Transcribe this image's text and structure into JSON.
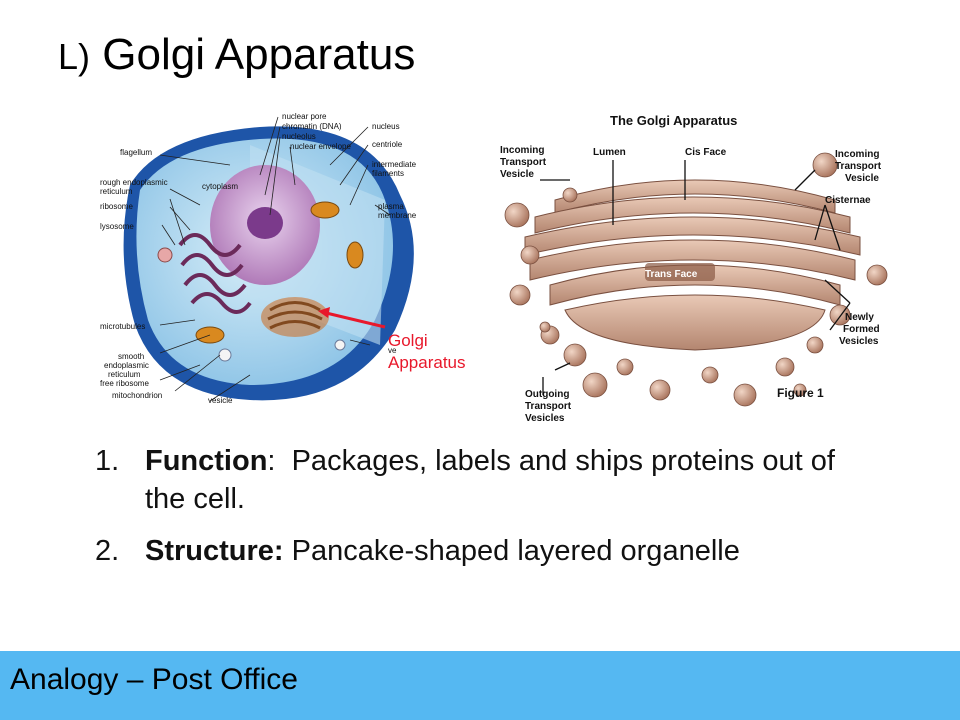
{
  "title": {
    "letter": "L)",
    "text": "Golgi Apparatus"
  },
  "cell_diagram": {
    "labels": {
      "nuclear_pore": "nuclear pore",
      "chromatin": "chromatin (DNA)",
      "nucleolus": "nucleolus",
      "nuclear_envelope": "nuclear envelope",
      "nucleus": "nucleus",
      "centriole": "centriole",
      "flagellum": "flagellum",
      "intermediate_filaments_1": "intermediate",
      "intermediate_filaments_2": "filaments",
      "rough_er_1": "rough endoplasmic",
      "rough_er_2": "reticulum",
      "cytoplasm": "cytoplasm",
      "ribosome": "ribosome",
      "plasma_membrane_1": "plasma",
      "plasma_membrane_2": "membrane",
      "lysosome": "lysosome",
      "microtubules": "microtubules",
      "smooth_er_1": "smooth",
      "smooth_er_2": "endoplasmic",
      "smooth_er_3": "reticulum",
      "free_ribosome": "free ribosome",
      "mitochondrion": "mitochondrion",
      "vesicle": "vesicle",
      "cut_label": "ve"
    },
    "callout_line1": "Golgi",
    "callout_line2": "Apparatus"
  },
  "golgi_diagram": {
    "title": "The Golgi Apparatus",
    "incoming_left_1": "Incoming",
    "incoming_left_2": "Transport",
    "incoming_left_3": "Vesicle",
    "lumen": "Lumen",
    "cis_face": "Cis Face",
    "incoming_right_1": "Incoming",
    "incoming_right_2": "Transport",
    "incoming_right_3": "Vesicle",
    "cisternae": "Cisternae",
    "trans_face": "Trans Face",
    "newly_1": "Newly",
    "newly_2": "Formed",
    "newly_3": "Vesicles",
    "outgoing_1": "Outgoing",
    "outgoing_2": "Transport",
    "outgoing_3": "Vesicles",
    "figure": "Figure 1"
  },
  "bullets": [
    {
      "num": "1.",
      "term": "Function",
      "sep": ":  ",
      "text": "Packages, labels and ships proteins out of the cell."
    },
    {
      "num": "2.",
      "term": "Structure:",
      "sep": " ",
      "text": "Pancake-shaped layered organelle"
    }
  ],
  "footer": {
    "text": "Analogy – Post Office"
  },
  "colors": {
    "footer_bg": "#55b8f2",
    "callout": "#e8182b"
  }
}
